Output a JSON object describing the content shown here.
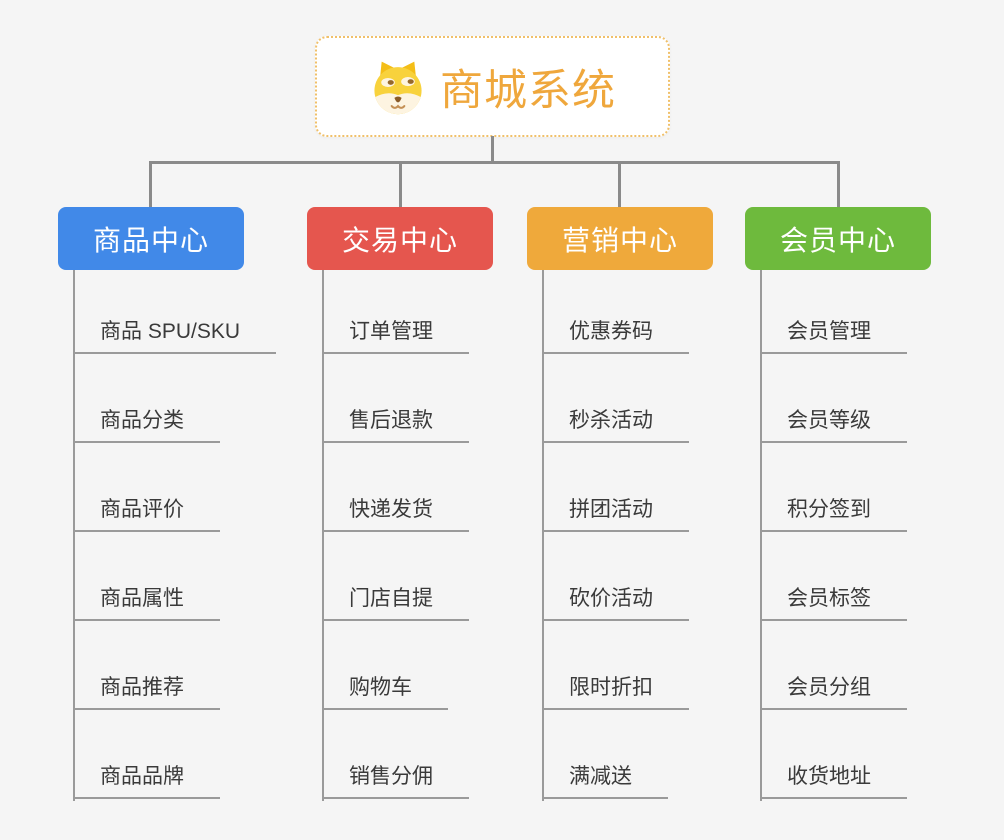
{
  "root": {
    "title": "商城系统",
    "icon": "shiba-dog-icon"
  },
  "branches": [
    {
      "label": "商品中心",
      "color": "#4189e8",
      "children": [
        "商品 SPU/SKU",
        "商品分类",
        "商品评价",
        "商品属性",
        "商品推荐",
        "商品品牌"
      ]
    },
    {
      "label": "交易中心",
      "color": "#e5564e",
      "children": [
        "订单管理",
        "售后退款",
        "快递发货",
        "门店自提",
        "购物车",
        "销售分佣"
      ]
    },
    {
      "label": "营销中心",
      "color": "#efa93b",
      "children": [
        "优惠券码",
        "秒杀活动",
        "拼团活动",
        "砍价活动",
        "限时折扣",
        "满减送"
      ]
    },
    {
      "label": "会员中心",
      "color": "#6eba3d",
      "children": [
        "会员管理",
        "会员等级",
        "积分签到",
        "会员标签",
        "会员分组",
        "收货地址"
      ]
    }
  ],
  "colors": {
    "background": "#f5f5f5",
    "connector_line": "#8a8a8a",
    "child_line": "#9a9a9a",
    "root_border": "#f0c06a",
    "root_text": "#efa73c",
    "item_text": "#3a3a3a"
  }
}
